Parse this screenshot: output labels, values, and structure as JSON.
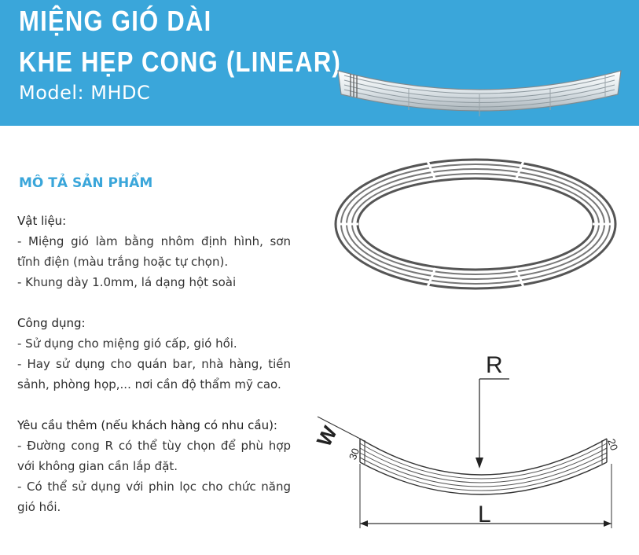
{
  "header": {
    "title_line1": "MIỆNG GIÓ DÀI",
    "title_line2": "KHE HẸP CONG (LINEAR)",
    "model": "Model: MHDC"
  },
  "section": {
    "title": "MÔ TẢ SẢN PHẨM"
  },
  "description": {
    "material": {
      "heading": "Vật liệu:",
      "items": [
        "- Miệng gió làm bằng nhôm định hình, sơn tĩnh điện (màu trắng hoặc tự chọn).",
        "- Khung dày 1.0mm, lá dạng hột soài"
      ]
    },
    "usage": {
      "heading": "Công dụng:",
      "items": [
        "- Sử dụng cho miệng gió cấp, gió hồi.",
        "- Hay sử dụng cho quán bar, nhà hàng, tiền sảnh, phòng họp,... nơi cần độ thẩm mỹ cao."
      ]
    },
    "extra": {
      "heading": "Yêu cầu thêm (nếu khách hàng có nhu cầu):",
      "items": [
        "- Đường cong R có thể tùy chọn để phù hợp với không gian cần lắp đặt.",
        "- Có thể sử dụng với phin lọc cho chức năng gió hồi."
      ]
    }
  },
  "drawing": {
    "radius_label": "R",
    "width_label": "W",
    "length_label": "L",
    "left_dim": "30",
    "right_dim": "20"
  },
  "colors": {
    "banner": "#3aa6da",
    "heading": "#3aa6da",
    "text": "#333333"
  }
}
